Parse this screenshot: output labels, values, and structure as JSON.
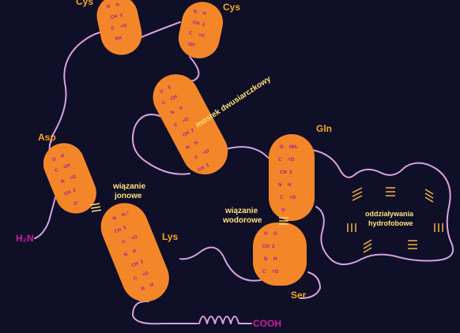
{
  "labels": {
    "cys_left": "Cys",
    "cys_right": "Cys",
    "disulfide": "mostek dwusiarczkowy",
    "asp": "Asp",
    "ionic_1": "wiązanie",
    "ionic_2": "jonowe",
    "lys": "Lys",
    "gln": "Gln",
    "hbond_1": "wiązanie",
    "hbond_2": "wodorowe",
    "ser": "Ser",
    "hydro_1": "oddziaływania",
    "hydro_2": "hydrofobowe",
    "n_term": "H₂N",
    "c_term": "COOH"
  },
  "colors": {
    "background": "#0f0f28",
    "cylinder": "#f4862a",
    "chain": "#d8a0e0",
    "label": "#f5a623",
    "label_light": "#ffe27a",
    "terminus": "#c81ea0"
  }
}
